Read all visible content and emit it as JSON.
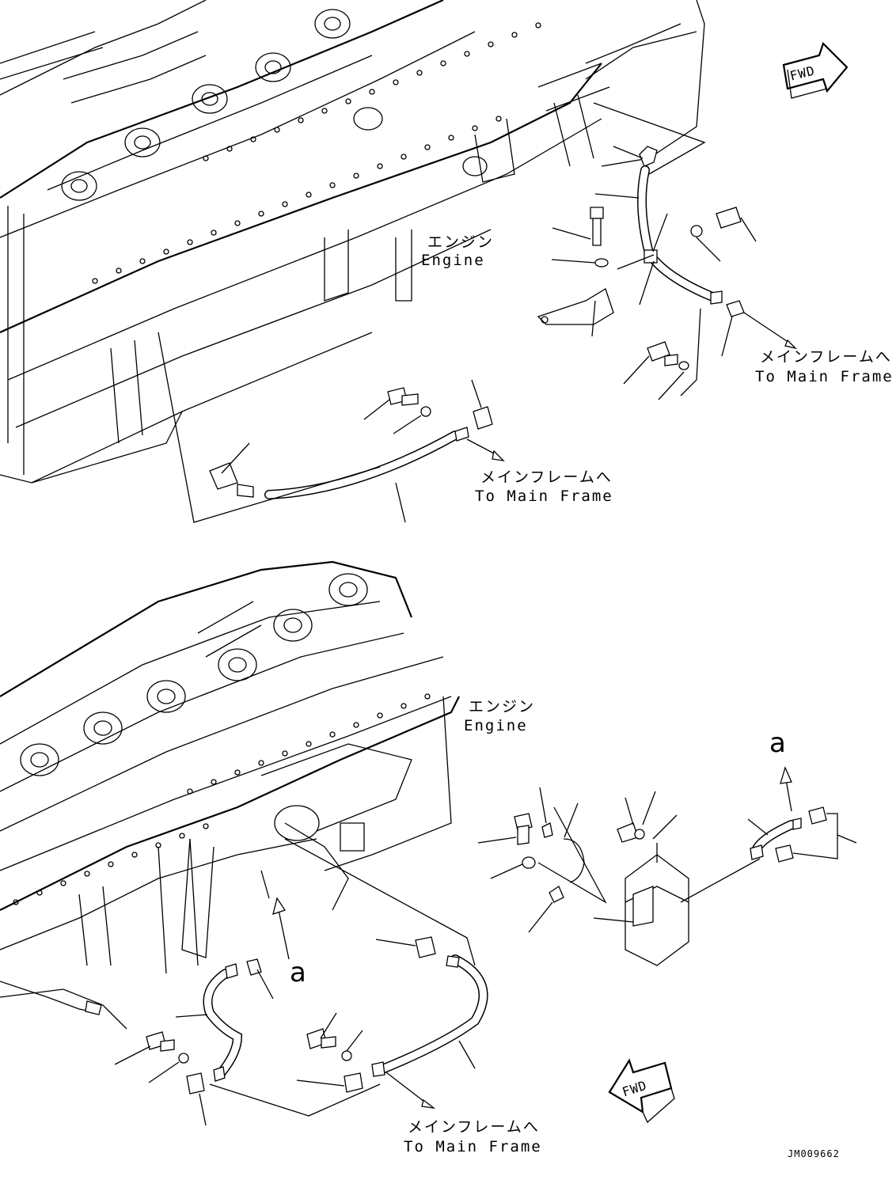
{
  "labels": {
    "engine_jp_top": "エンジン",
    "engine_en_top": "Engine",
    "engine_jp_bottom": "エンジン",
    "engine_en_bottom": "Engine",
    "to_main_frame_jp_1": "メインフレームへ",
    "to_main_frame_en_1": "To Main Frame",
    "to_main_frame_jp_2": "メインフレームへ",
    "to_main_frame_en_2": "To Main Frame",
    "to_main_frame_jp_3": "メインフレームへ",
    "to_main_frame_en_3": "To Main Frame",
    "fwd_top": "FWD",
    "fwd_bottom": "FWD",
    "ref_a_top": "a",
    "ref_a_bottom": "a",
    "drawing_code": "JM009662"
  }
}
